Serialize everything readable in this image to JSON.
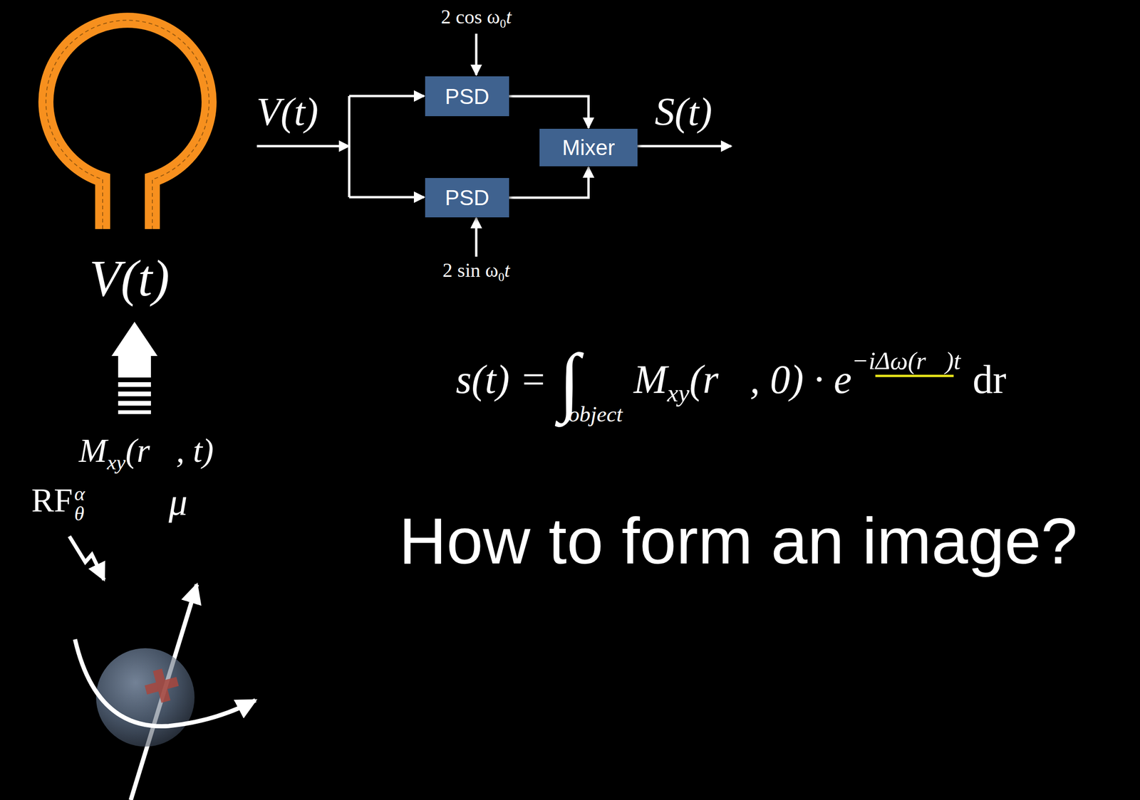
{
  "diagram": {
    "title": "How to form an image?",
    "nodes": [
      {
        "text": [
          "PSD"
        ]
      },
      {
        "text": [
          "PSD"
        ]
      },
      {
        "text": [
          "Mixer"
        ]
      }
    ],
    "edges": [
      {
        "from": 0,
        "to": 2,
        "arrow": "to"
      },
      {
        "from": 1,
        "to": 2,
        "arrow": "to"
      }
    ],
    "labels": [
      "2 cos ω",
      "0",
      "t",
      "V(t)",
      "S(t)",
      "2 sin ω",
      "0",
      "t",
      "V(t)",
      "M",
      "xy",
      "(r⃗, t)",
      "RF",
      "α",
      "θ",
      "μ⃗",
      "s(t) =",
      "∫",
      "object",
      "M",
      "xy",
      "(r⃗, 0) · e",
      "−i",
      "Δω(r⃗)",
      "t",
      "dr⃗"
    ]
  }
}
